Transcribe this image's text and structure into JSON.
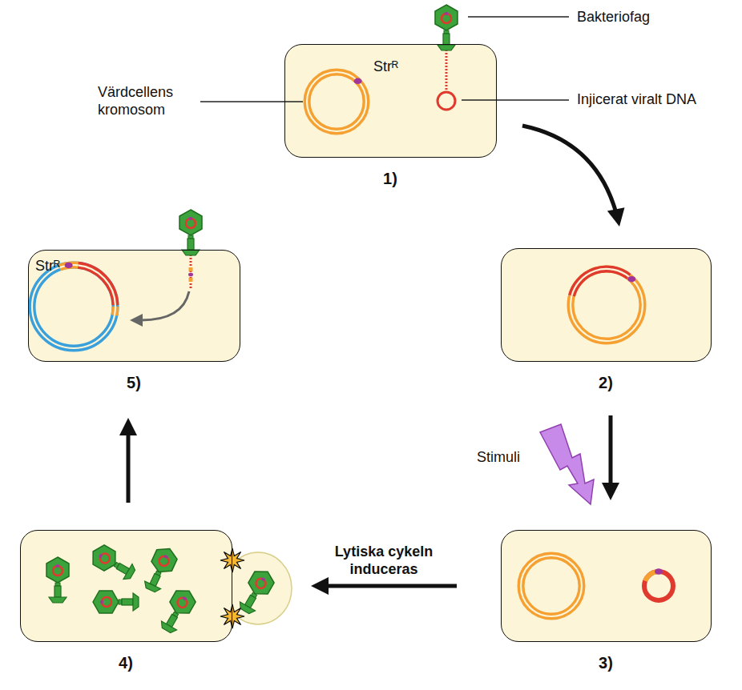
{
  "diagram": {
    "nodes": [
      {
        "text": [
          "Strᴿ",
          "1)"
        ]
      },
      {
        "text": [
          "2)"
        ]
      },
      {
        "text": [
          "3)"
        ]
      },
      {
        "text": [
          "4)"
        ]
      },
      {
        "text": [
          "Strᴿ",
          "5)"
        ]
      }
    ],
    "edges": [
      {
        "from": 0,
        "to": 1,
        "arrow": "to"
      },
      {
        "from": 1,
        "to": 2,
        "arrow": "to"
      },
      {
        "from": 2,
        "to": 3,
        "label": "Lytiska cykeln induceras",
        "arrow": "to"
      },
      {
        "from": 3,
        "to": 4,
        "arrow": "to"
      }
    ],
    "labels": [
      "Bakteriofag",
      "Värdcellens kromosom",
      "Injicerat viralt DNA",
      "Stimuli"
    ]
  }
}
